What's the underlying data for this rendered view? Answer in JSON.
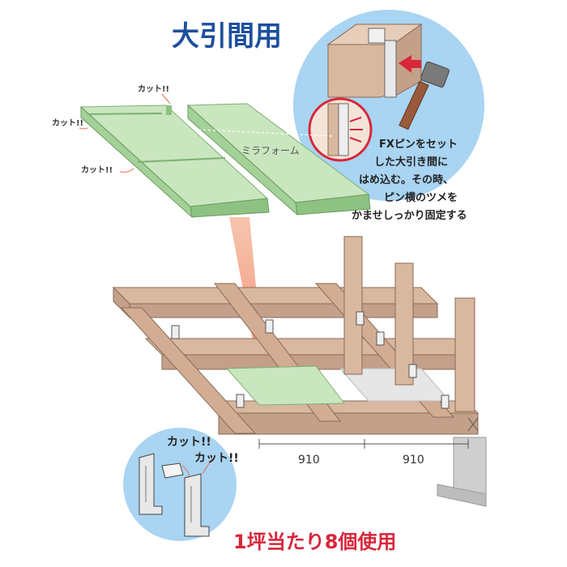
{
  "title": "大引間用",
  "footer": "1坪当たり8個使用",
  "product_label": "ミラフォーム",
  "cut_label": "カット!!",
  "instruction_lines": [
    "FXピンをセット",
    "した大引き間に",
    "はめ込む。その時、",
    "ピン横のツメを",
    "かませしっかり固定する"
  ],
  "dimensions": [
    "910",
    "910"
  ],
  "colors": {
    "title_blue": "#1d4f9e",
    "footer_red": "#d8263a",
    "foam_green": "#c9e6bf",
    "foam_edge": "#8dc283",
    "wood": "#d9b8a0",
    "wood_dark": "#a98065",
    "arrow_salmon": "#f2a98a",
    "circle_blue": "#a9d4f2"
  }
}
